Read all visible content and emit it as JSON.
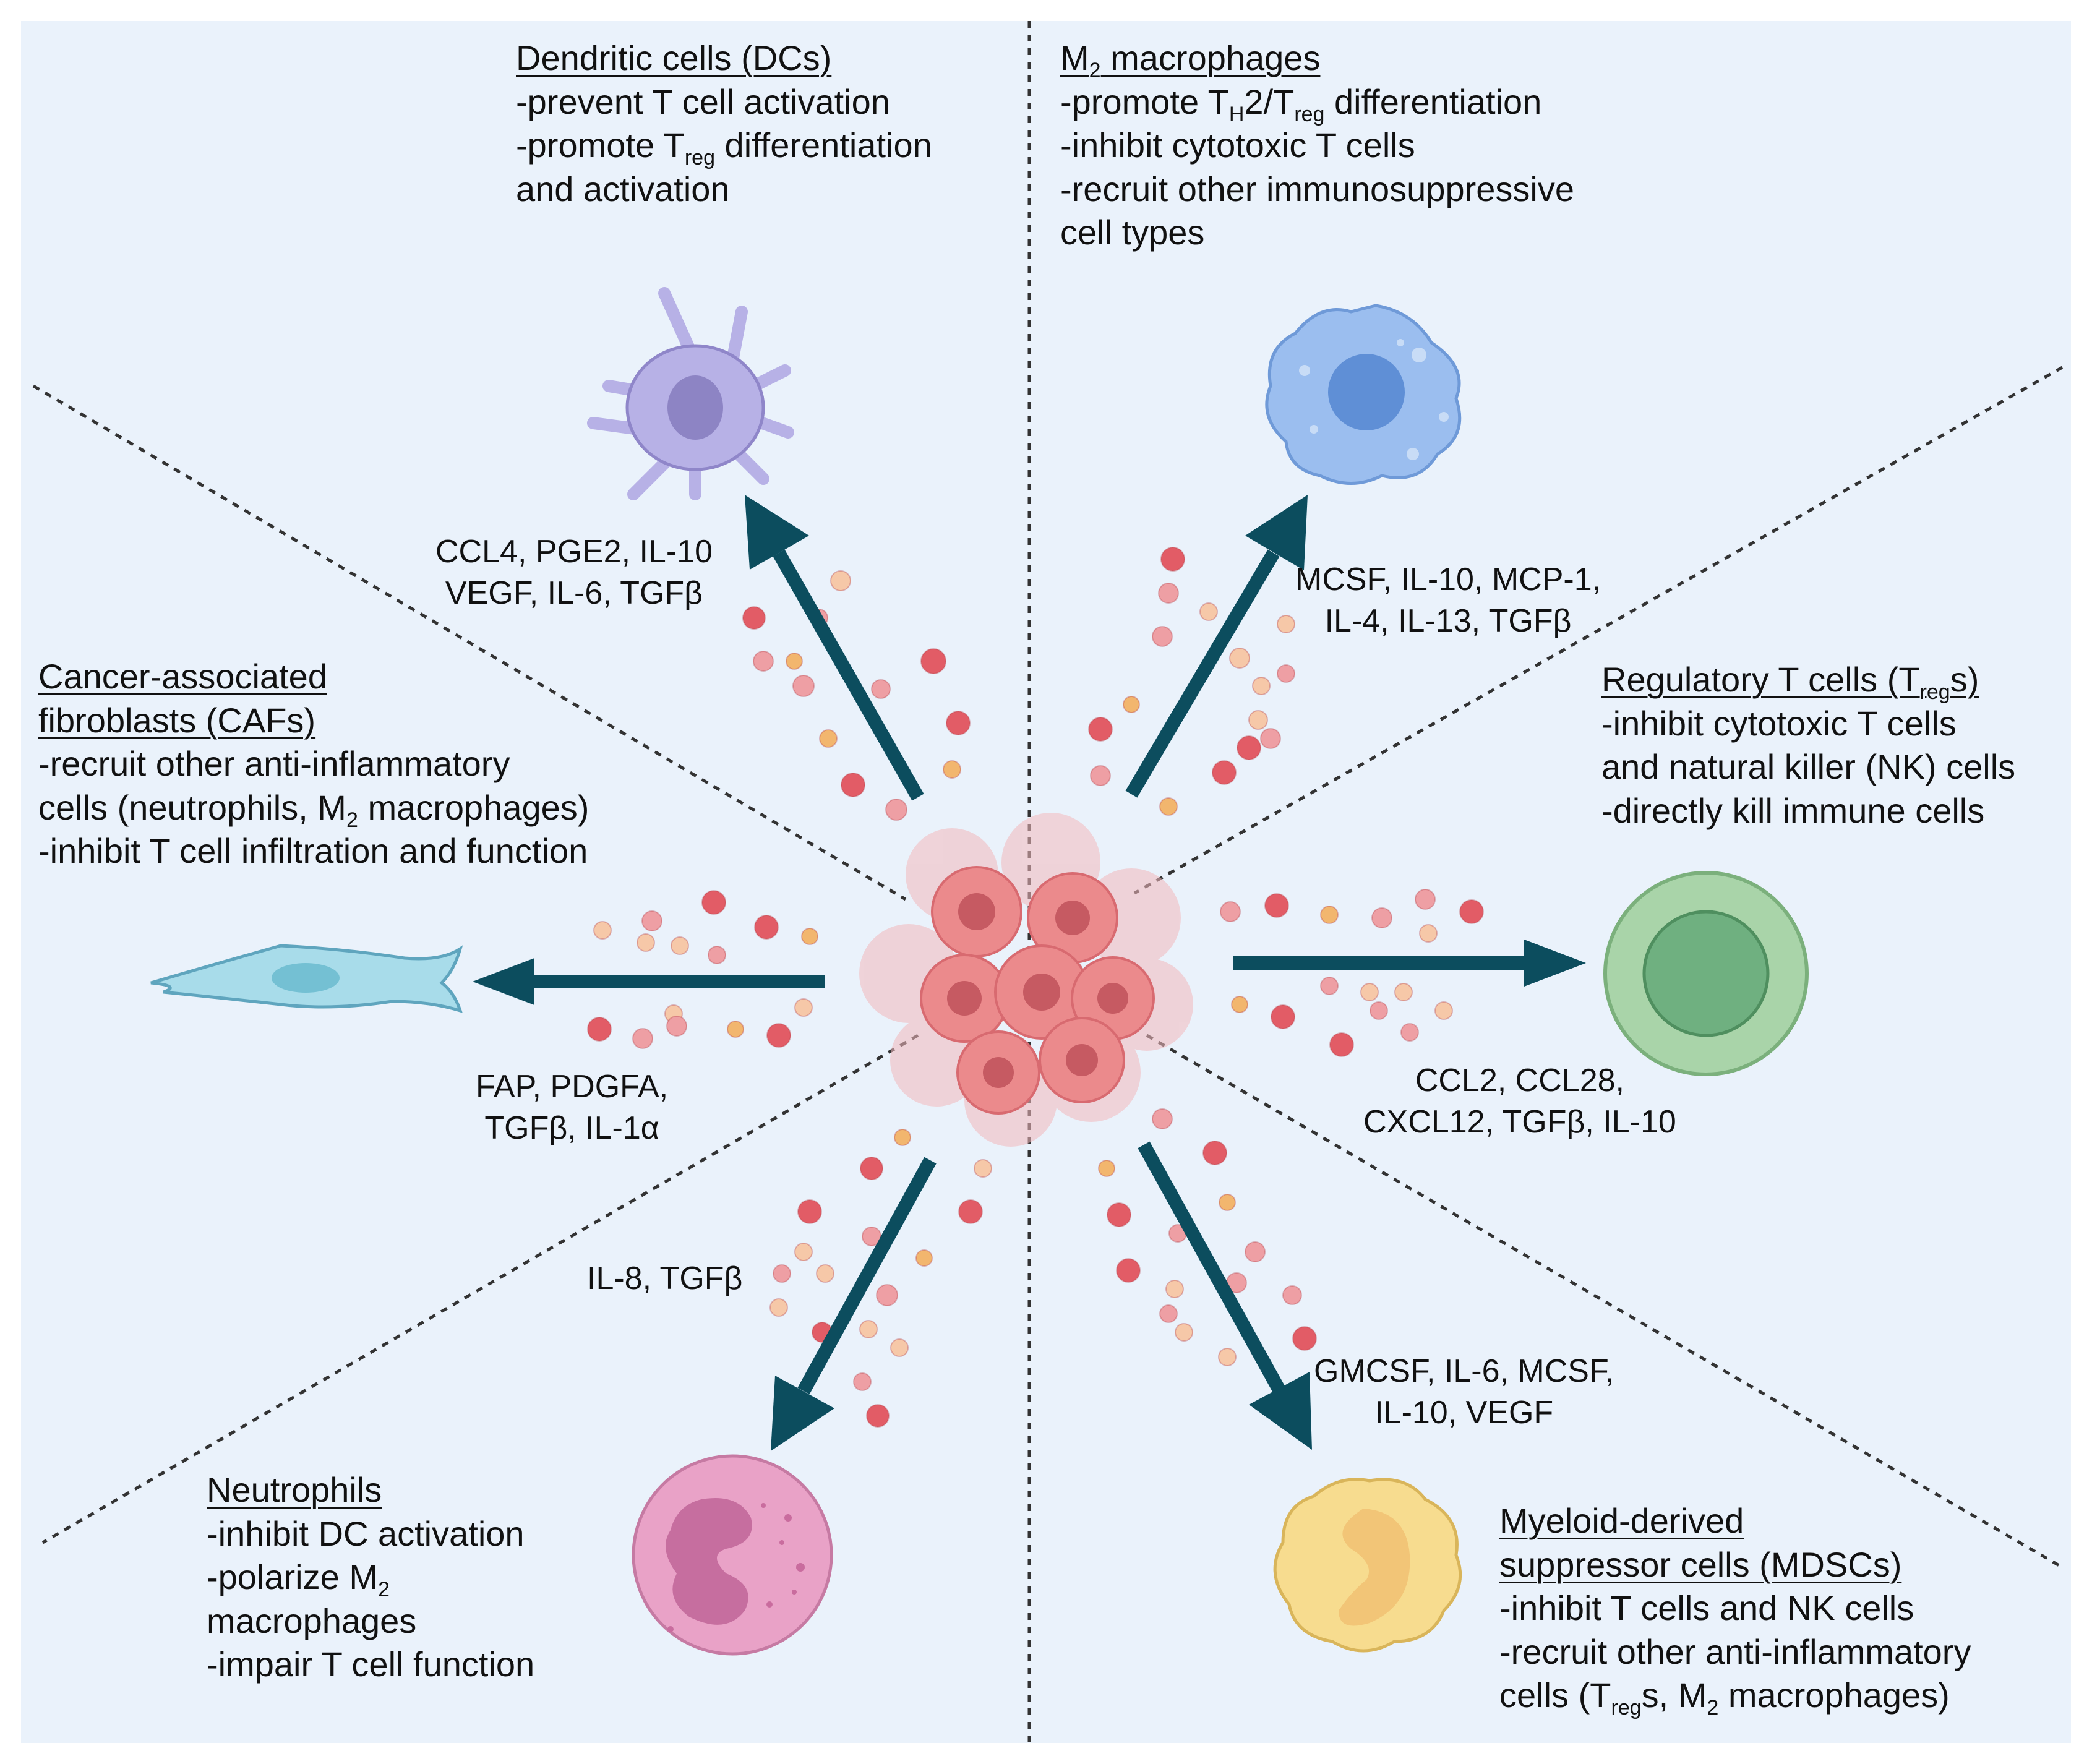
{
  "colors": {
    "background": "#eaf2fb",
    "arrow": "#0c4d5e",
    "divider": "#333333",
    "tumor": "#e8797b",
    "dendritic_cell": "#b7b1e6",
    "m2_macrophage": "#9bbeef",
    "treg": "#a9d4a9",
    "mdsc": "#f7dc8f",
    "neutrophil": "#e9a2c7",
    "caf": "#a8dcea",
    "dot_red": "#e25c66",
    "dot_pink": "#ee9fa4",
    "dot_peach": "#f6c8a8",
    "dot_orange": "#f2b66e"
  },
  "icons": {
    "tumor": "tumor-cell-cluster-icon",
    "dc": "dendritic-cell-icon",
    "m2": "m2-macrophage-icon",
    "treg": "regulatory-t-cell-icon",
    "mdsc": "mdsc-icon",
    "neutrophil": "neutrophil-icon",
    "caf": "fibroblast-icon"
  },
  "dc": {
    "title": "Dendritic cells (DCs)",
    "line1": "-prevent T cell activation",
    "line2_a": "-promote T",
    "line2_sub": "reg",
    "line2_b": " differentiation",
    "line3": "and activation",
    "factors1": "CCL4, PGE2, IL-10",
    "factors2": "VEGF, IL-6, TGFβ"
  },
  "m2": {
    "title_a": "M",
    "title_sub": "2",
    "title_b": " macrophages",
    "line1_a": "-promote T",
    "line1_sub1": "H",
    "line1_b": "2/T",
    "line1_sub2": "reg",
    "line1_c": " differentiation",
    "line2": "-inhibit cytotoxic T cells",
    "line3": "-recruit other immunosuppressive",
    "line4": "cell types",
    "factors1": "MCSF, IL-10, MCP-1,",
    "factors2": "IL-4, IL-13, TGFβ"
  },
  "treg": {
    "title_a": "Regulatory T cells (T",
    "title_sub": "reg",
    "title_b": "s)",
    "line1": "-inhibit cytotoxic T cells",
    "line2": "and natural killer (NK) cells",
    "line3": "-directly kill immune cells",
    "factors1": "CCL2, CCL28,",
    "factors2": "CXCL12, TGFβ, IL-10"
  },
  "mdsc": {
    "title1": "Myeloid-derived",
    "title2": "suppressor cells (MDSCs)",
    "line1": "-inhibit T cells and NK cells",
    "line2": "-recruit other anti-inflammatory",
    "line3_a": "cells (T",
    "line3_sub1": "reg",
    "line3_b": "s, M",
    "line3_sub2": "2",
    "line3_c": " macrophages)",
    "factors1": "GMCSF, IL-6, MCSF,",
    "factors2": "IL-10, VEGF"
  },
  "neutrophil": {
    "title": "Neutrophils",
    "line1": "-inhibit DC activation",
    "line2_a": "-polarize M",
    "line2_sub": "2",
    "line3": "macrophages",
    "line4": "-impair T cell function",
    "factors1": "IL-8, TGFβ"
  },
  "caf": {
    "title1": "Cancer-associated",
    "title2": "fibroblasts (CAFs)",
    "line1": "-recruit other anti-inflammatory",
    "line2_a": "cells (neutrophils, M",
    "line2_sub": "2",
    "line2_b": " macrophages)",
    "line3": "-inhibit T cell infiltration and function",
    "factors1": "FAP, PDGFA,",
    "factors2": "TGFβ, IL-1α"
  }
}
